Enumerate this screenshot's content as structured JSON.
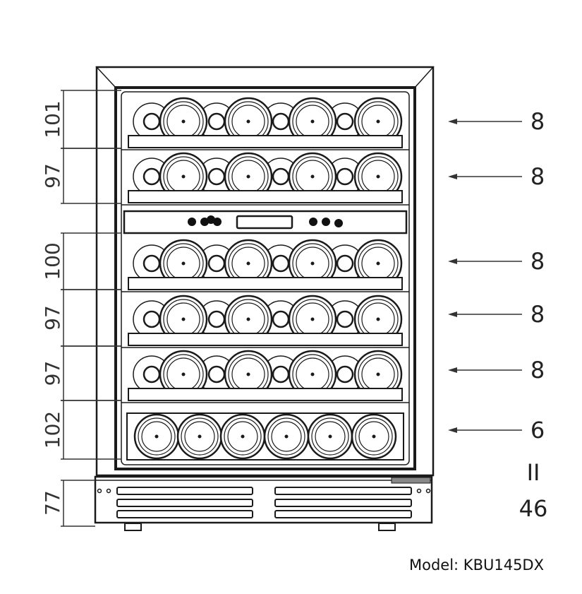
{
  "title": "Wine cooler front view diagram",
  "shelf_heights_mm": [
    "101",
    "97",
    "100",
    "97",
    "97",
    "102"
  ],
  "base_height_mm": "77",
  "shelf_capacities": [
    "8",
    "8",
    "8",
    "8",
    "8",
    "6"
  ],
  "total_equals_symbol": "II",
  "total_capacity": "46",
  "model_label": "Model: KBU145DX",
  "colors": {
    "line": "#1a1a1a",
    "background": "#ffffff"
  }
}
